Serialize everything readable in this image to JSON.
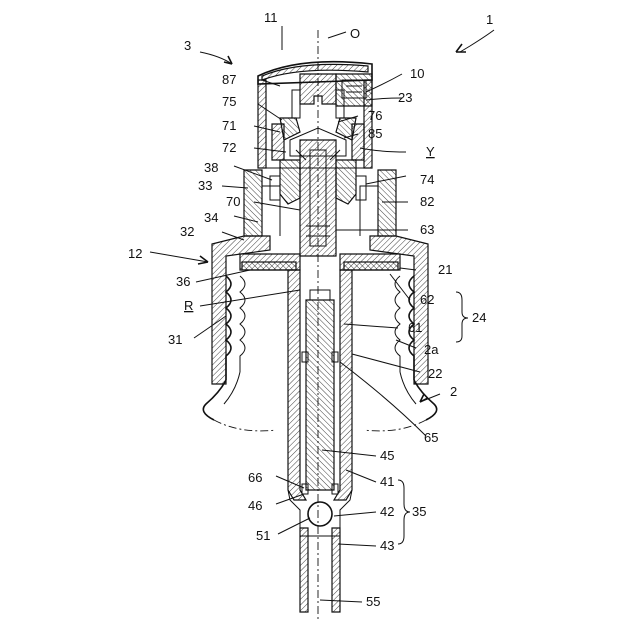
{
  "labels": {
    "l1": "1",
    "l2": "2",
    "l3": "3",
    "l10": "10",
    "l11": "11",
    "l12": "12",
    "l21": "21",
    "l22": "22",
    "l23": "23",
    "l24": "24",
    "l2a": "2a",
    "l31": "31",
    "l32": "32",
    "l33": "33",
    "l34": "34",
    "l35": "35",
    "l36": "36",
    "l38": "38",
    "l41": "41",
    "l42": "42",
    "l43": "43",
    "l45": "45",
    "l46": "46",
    "l51": "51",
    "l55": "55",
    "l61": "61",
    "l62": "62",
    "l63": "63",
    "l65": "65",
    "l66": "66",
    "l70": "70",
    "l71": "71",
    "l72": "72",
    "l74": "74",
    "l75": "75",
    "l76": "76",
    "l82": "82",
    "l85": "85",
    "l87": "87",
    "lO": "O",
    "lR": "R",
    "lY": "Y"
  }
}
